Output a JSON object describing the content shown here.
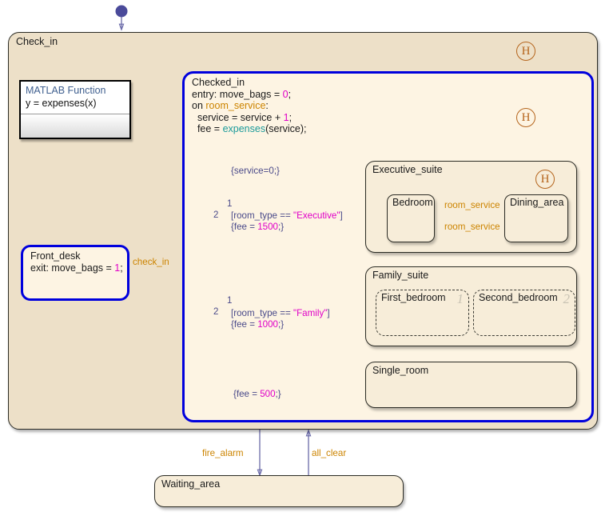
{
  "chart": {
    "title": "Check_in",
    "canvas_bg": "#ffffff",
    "colors": {
      "superstate_fill": "#ede0c8",
      "state_fill": "#f7edd9",
      "active_border": "#0000dd",
      "transition": "#6a6aa8",
      "event_text": "#cc8400",
      "value_text": "#e000c8",
      "function_text": "#1a9a9a",
      "history": "#b5651d",
      "default_node": "#4a4a9a"
    }
  },
  "states": {
    "check_in": {
      "name": "Check_in"
    },
    "checked_in": {
      "name": "Checked_in",
      "line_entry_pre": "entry: move_bags = ",
      "line_entry_num": "0",
      "line_entry_post": ";",
      "line_on_pre": "on ",
      "line_on_event": "room_service",
      "line_on_post": ":",
      "line_service_pre": "  service = service + ",
      "line_service_num": "1",
      "line_service_post": ";",
      "line_fee_pre": "  fee = ",
      "line_fee_fn": "expenses",
      "line_fee_post": "(service);"
    },
    "front_desk": {
      "name": "Front_desk",
      "exit_pre": "exit: move_bags = ",
      "exit_num": "1",
      "exit_post": ";"
    },
    "executive_suite": {
      "name": "Executive_suite"
    },
    "bedroom": {
      "name": "Bedroom"
    },
    "dining_area": {
      "name": "Dining_area"
    },
    "family_suite": {
      "name": "Family_suite"
    },
    "first_bedroom": {
      "name": "First_bedroom",
      "index": "1"
    },
    "second_bedroom": {
      "name": "Second_bedroom",
      "index": "2"
    },
    "single_room": {
      "name": "Single_room"
    },
    "waiting_area": {
      "name": "Waiting_area"
    }
  },
  "history_junctions": {
    "check_in": "H",
    "checked_in": "H",
    "executive_suite": "H"
  },
  "transitions": {
    "check_in_event": "check_in",
    "fire_alarm": "fire_alarm",
    "all_clear": "all_clear",
    "room_service_top": "room_service",
    "room_service_bottom": "room_service",
    "default_service": "{service=0;}",
    "exec_cond_pre": "[room_type == ",
    "exec_cond_str": "\"Executive\"",
    "exec_cond_post": "]",
    "exec_act_pre": "{fee = ",
    "exec_act_num": "1500",
    "exec_act_post": ";}",
    "family_cond_pre": "[room_type == ",
    "family_cond_str": "\"Family\"",
    "family_cond_post": "]",
    "family_act_pre": "{fee = ",
    "family_act_num": "1000",
    "family_act_post": ";}",
    "single_act_pre": "{fee = ",
    "single_act_num": "500",
    "single_act_post": ";}",
    "junction1_a": "1",
    "junction1_b": "2",
    "junction2_a": "1",
    "junction2_b": "2"
  },
  "matlab_function": {
    "title": "MATLAB Function",
    "signature": "y = expenses(x)"
  }
}
